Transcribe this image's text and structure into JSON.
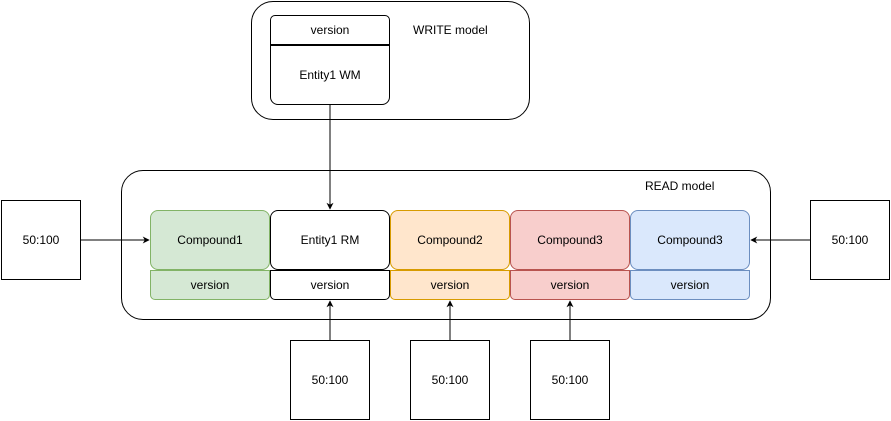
{
  "write_model": {
    "label": "WRITE model",
    "version_label": "version",
    "entity_label": "Entity1 WM"
  },
  "read_model": {
    "label": "READ model",
    "entities": [
      {
        "label": "Compound1",
        "version": "version",
        "fill": "#d5e8d4",
        "stroke": "#82b366"
      },
      {
        "label": "Entity1 RM",
        "version": "version",
        "fill": "#ffffff",
        "stroke": "#000000"
      },
      {
        "label": "Compound2",
        "version": "version",
        "fill": "#ffe6cc",
        "stroke": "#d79b00"
      },
      {
        "label": "Compound3",
        "version": "version",
        "fill": "#f8cecc",
        "stroke": "#b85450"
      },
      {
        "label": "Compound3",
        "version": "version",
        "fill": "#dae8fc",
        "stroke": "#6c8ebf"
      }
    ]
  },
  "sources": [
    {
      "label": "50:100"
    },
    {
      "label": "50:100"
    },
    {
      "label": "50:100"
    },
    {
      "label": "50:100"
    },
    {
      "label": "50:100"
    }
  ]
}
